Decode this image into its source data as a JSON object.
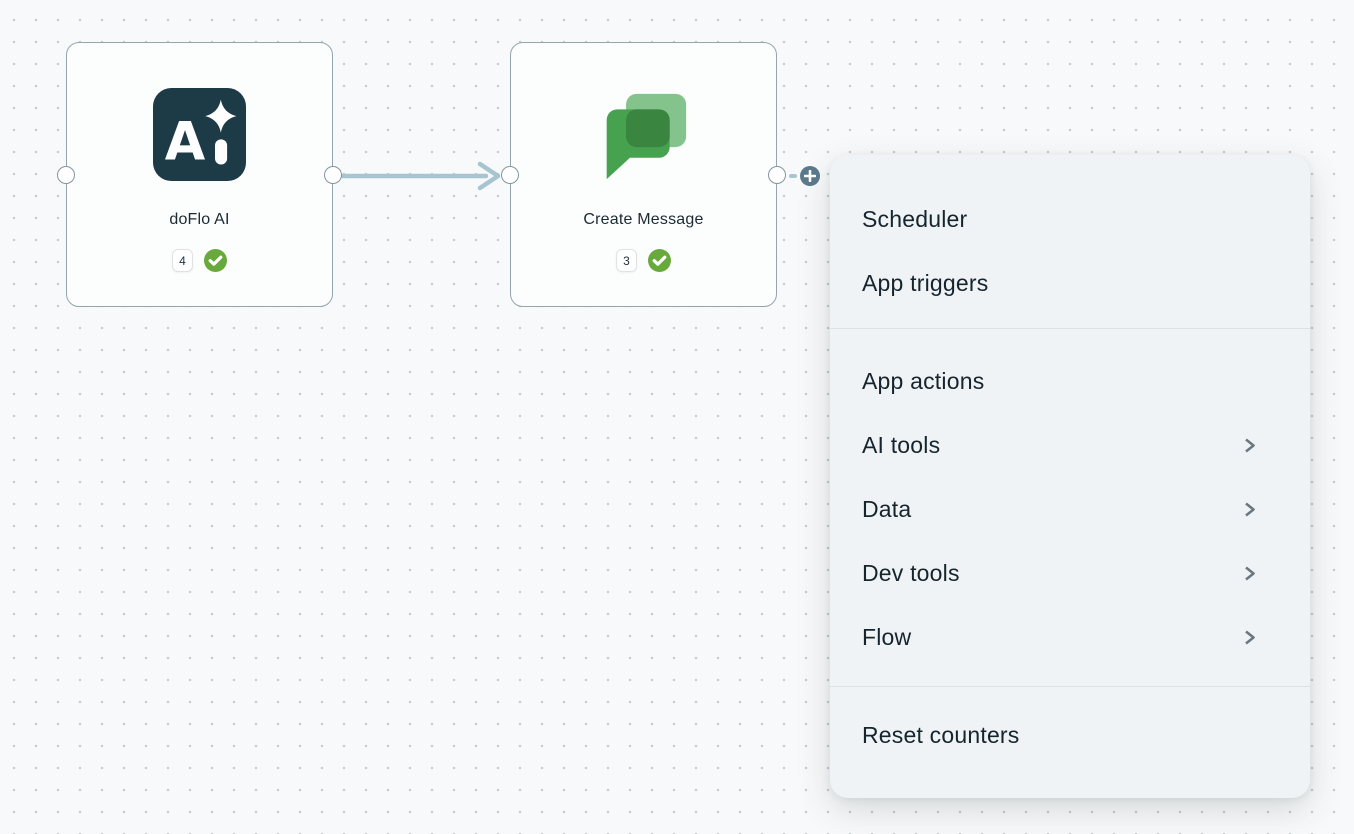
{
  "canvas": {
    "background": "#f8f9fa",
    "dot_color": "#c6cbce"
  },
  "nodes": [
    {
      "label": "doFlo AI",
      "count": "4",
      "icon": "doflo-ai",
      "status": "success"
    },
    {
      "label": "Create Message",
      "count": "3",
      "icon": "google-chat",
      "status": "success"
    }
  ],
  "add_node_menu": {
    "sections": [
      {
        "items": [
          {
            "label": "Scheduler",
            "has_submenu": false
          },
          {
            "label": "App triggers",
            "has_submenu": false
          }
        ]
      },
      {
        "items": [
          {
            "label": "App actions",
            "has_submenu": false
          },
          {
            "label": "AI tools",
            "has_submenu": true
          },
          {
            "label": "Data",
            "has_submenu": true
          },
          {
            "label": "Dev tools",
            "has_submenu": true
          },
          {
            "label": "Flow",
            "has_submenu": true
          }
        ]
      },
      {
        "items": [
          {
            "label": "Reset counters",
            "has_submenu": false
          }
        ]
      }
    ]
  },
  "colors": {
    "node_border": "#94a5ae",
    "connector": "#a6c5d1",
    "port_border": "#8296a1",
    "plus_button_bg": "#5c7a8a",
    "menu_bg": "#eff3f5",
    "menu_text": "#16242e",
    "check_green": "#68a93c",
    "ai_icon_bg": "#1d3a47",
    "chat_icon_light": "#85c38c",
    "chat_icon_mid": "#46a24e",
    "chat_icon_dark": "#3a8540"
  }
}
